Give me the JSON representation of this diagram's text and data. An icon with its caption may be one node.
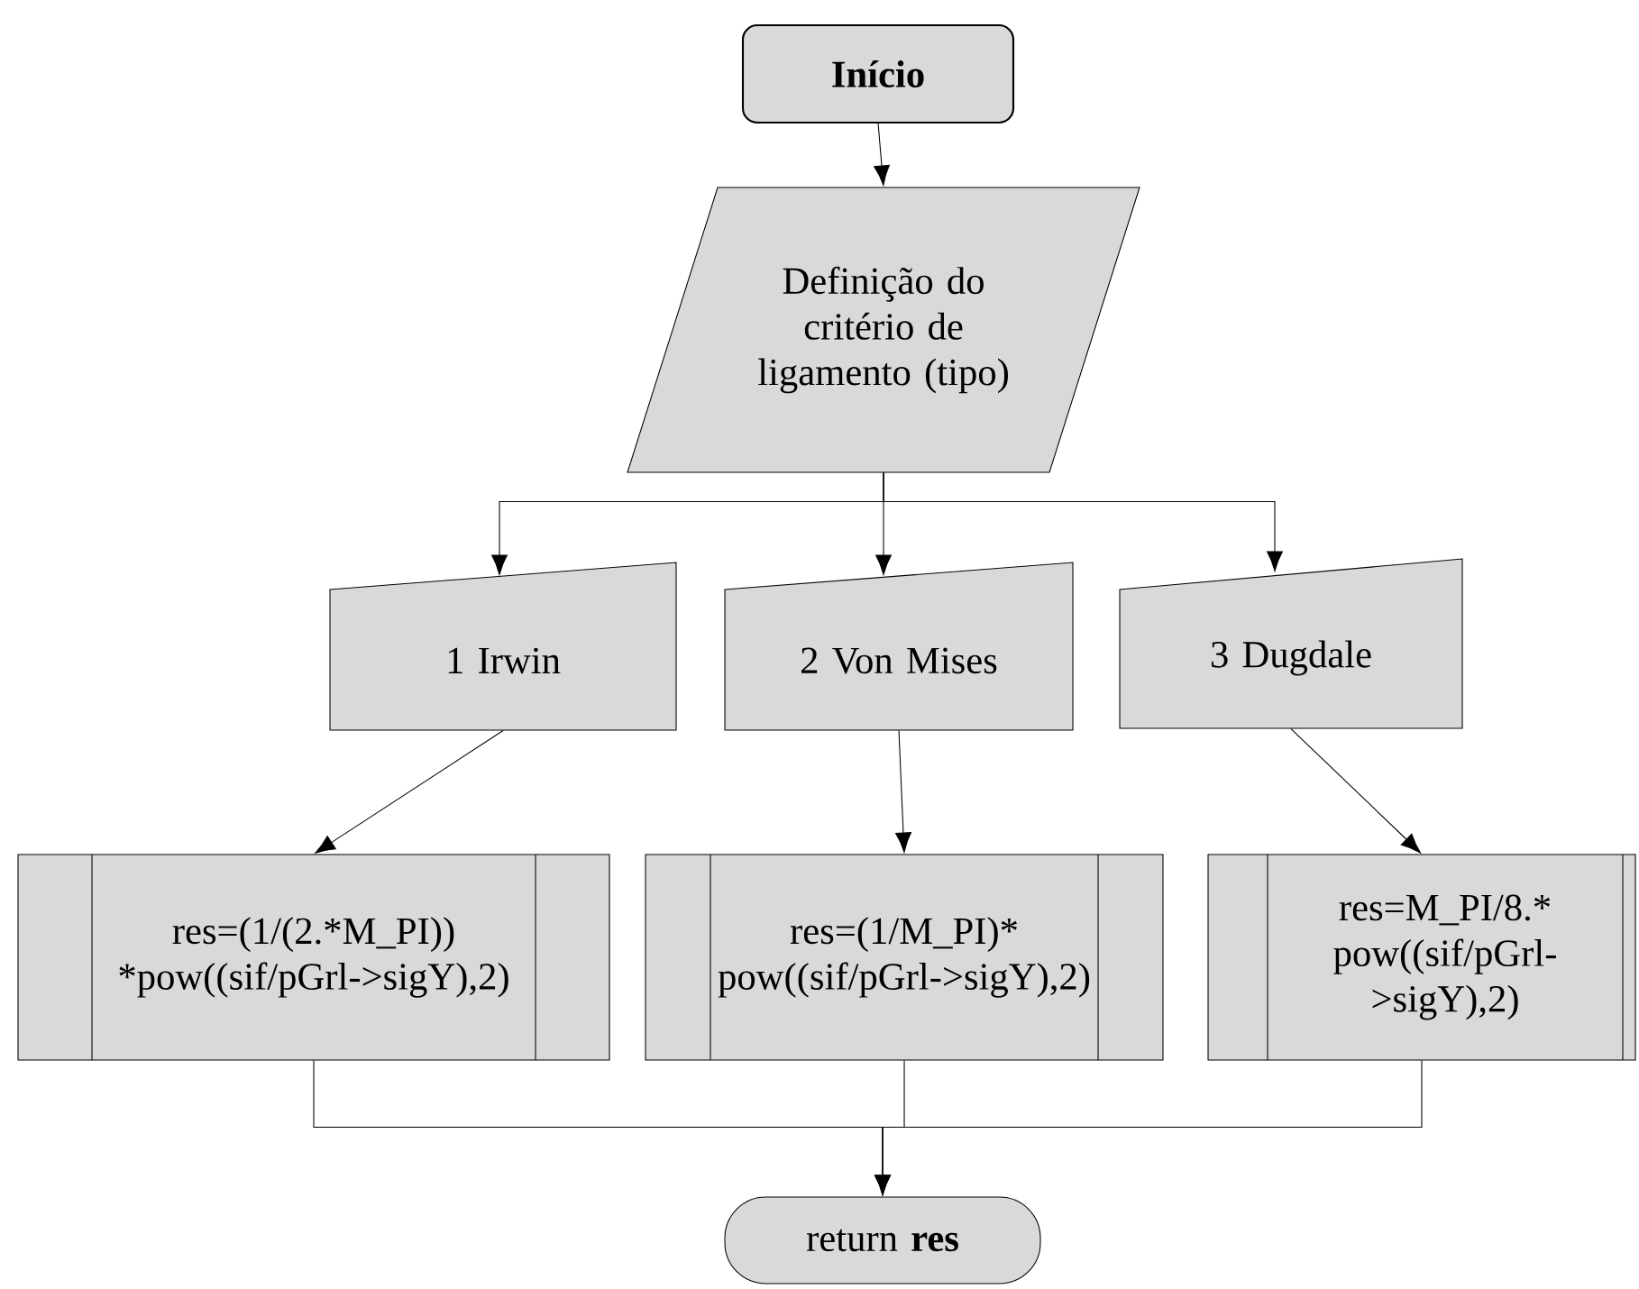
{
  "diagram": {
    "nodes": [
      {
        "text": [
          "Início"
        ]
      },
      {
        "text": [
          "Definição do critério de ligamento (tipo)"
        ]
      },
      {
        "text": [
          "1 Irwin"
        ]
      },
      {
        "text": [
          "2 Von Mises"
        ]
      },
      {
        "text": [
          "3 Dugdale"
        ]
      },
      {
        "text": [
          "res=(1/(2.*M_PI)) *pow((sif/pGrl->sigY),2)"
        ]
      },
      {
        "text": [
          "res=(1/M_PI)* pow((sif/pGrl->sigY),2)"
        ]
      },
      {
        "text": [
          "res=M_PI/8.* pow((sif/pGrl->sigY),2)"
        ]
      },
      {
        "text": [
          "return **res**"
        ]
      }
    ],
    "edges": [
      {
        "from": 0,
        "to": 1,
        "arrow": "to"
      },
      {
        "from": 1,
        "to": 2,
        "arrow": "to"
      },
      {
        "from": 1,
        "to": 3,
        "arrow": "to"
      },
      {
        "from": 1,
        "to": 4,
        "arrow": "to"
      },
      {
        "from": 2,
        "to": 5,
        "arrow": "to"
      },
      {
        "from": 3,
        "to": 6,
        "arrow": "to"
      },
      {
        "from": 4,
        "to": 7,
        "arrow": "to"
      },
      {
        "from": 5,
        "to": 8,
        "arrow": "to"
      },
      {
        "from": 6,
        "to": 8,
        "arrow": "to"
      },
      {
        "from": 7,
        "to": 8,
        "arrow": "to"
      }
    ]
  }
}
